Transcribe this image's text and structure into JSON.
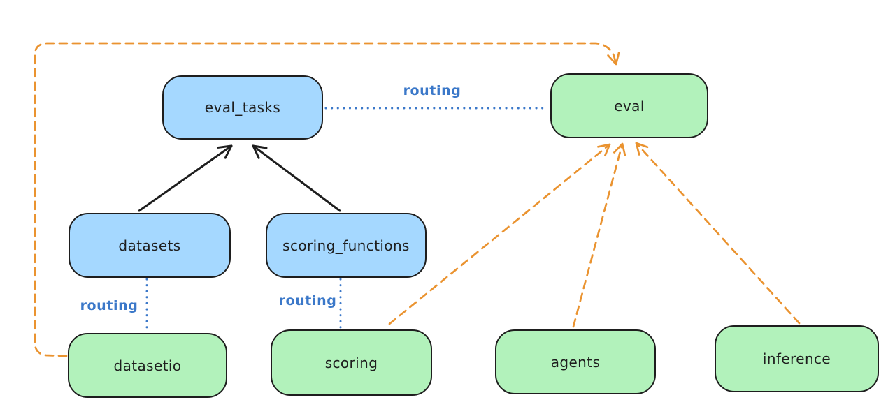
{
  "diagram": {
    "style": "excalidraw-flowchart",
    "background": "#ffffff",
    "colors": {
      "api_box_fill": "#a5d8ff",
      "provider_box_fill": "#b2f2bb",
      "box_stroke": "#1e1e1e",
      "solid_arrow": "#1e1e1e",
      "routing_line": "#3b78c9",
      "dependency_arrow": "#ea9330"
    },
    "nodes": [
      {
        "id": "eval_tasks",
        "label": "eval_tasks",
        "color": "blue"
      },
      {
        "id": "eval",
        "label": "eval",
        "color": "green"
      },
      {
        "id": "datasets",
        "label": "datasets",
        "color": "blue"
      },
      {
        "id": "scoring_functions",
        "label": "scoring_functions",
        "color": "blue"
      },
      {
        "id": "datasetio",
        "label": "datasetio",
        "color": "green"
      },
      {
        "id": "scoring",
        "label": "scoring",
        "color": "green"
      },
      {
        "id": "agents",
        "label": "agents",
        "color": "green"
      },
      {
        "id": "inference",
        "label": "inference",
        "color": "green"
      }
    ],
    "edge_labels": [
      {
        "text": "routing",
        "between": "eval_tasks and eval"
      },
      {
        "text": "routing",
        "between": "datasets and datasetio"
      },
      {
        "text": "routing",
        "between": "scoring_functions and scoring"
      }
    ],
    "edges": [
      {
        "from": "datasets",
        "to": "eval_tasks",
        "style": "solid-arrow",
        "color": "#1e1e1e"
      },
      {
        "from": "scoring_functions",
        "to": "eval_tasks",
        "style": "solid-arrow",
        "color": "#1e1e1e"
      },
      {
        "from": "eval_tasks",
        "to": "eval",
        "style": "dotted",
        "color": "#3b78c9",
        "label": "routing"
      },
      {
        "from": "datasets",
        "to": "datasetio",
        "style": "dotted",
        "color": "#3b78c9",
        "label": "routing"
      },
      {
        "from": "scoring_functions",
        "to": "scoring",
        "style": "dotted",
        "color": "#3b78c9",
        "label": "routing"
      },
      {
        "from": "datasetio",
        "to": "eval",
        "style": "dashed-arrow",
        "color": "#ea9330",
        "route": "around-left-and-top"
      },
      {
        "from": "scoring",
        "to": "eval",
        "style": "dashed-arrow",
        "color": "#ea9330"
      },
      {
        "from": "agents",
        "to": "eval",
        "style": "dashed-arrow",
        "color": "#ea9330"
      },
      {
        "from": "inference",
        "to": "eval",
        "style": "dashed-arrow",
        "color": "#ea9330"
      }
    ]
  }
}
